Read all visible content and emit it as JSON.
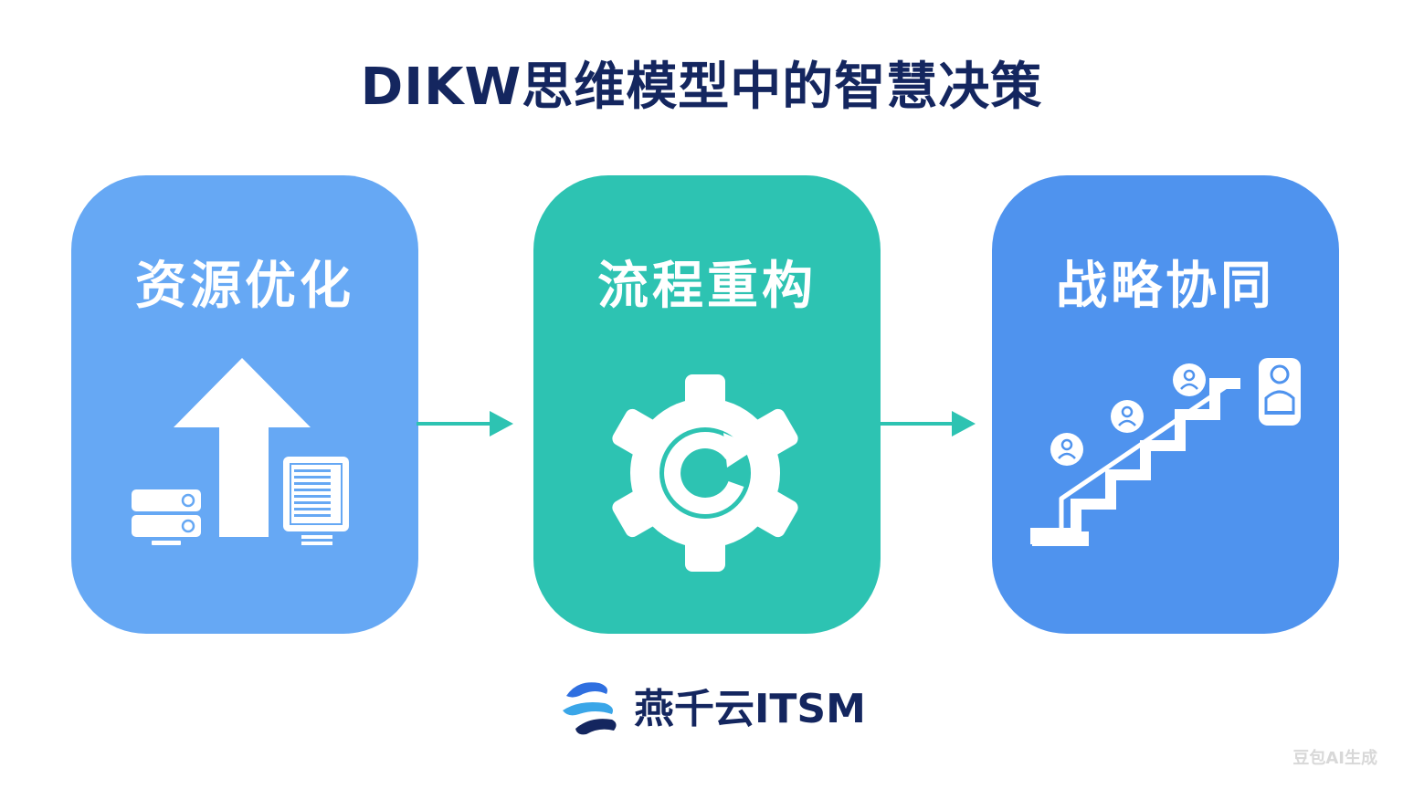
{
  "title": "DIKW思维模型中的智慧决策",
  "colors": {
    "title": "#14265f",
    "card_resource": "#66a8f4",
    "card_process": "#2dc3b2",
    "card_strategy": "#4f93ee",
    "arrow": "#2dc3b2"
  },
  "cards": [
    {
      "label": "资源优化",
      "icon": "arrow-up-with-servers-and-document-icon"
    },
    {
      "label": "流程重构",
      "icon": "gear-with-cycle-arrow-icon"
    },
    {
      "label": "战略协同",
      "icon": "people-on-staircase-icon"
    }
  ],
  "logo": {
    "text": "燕千云ITSM",
    "icon": "yanqianyun-logo-icon"
  },
  "watermark": "豆包AI生成"
}
